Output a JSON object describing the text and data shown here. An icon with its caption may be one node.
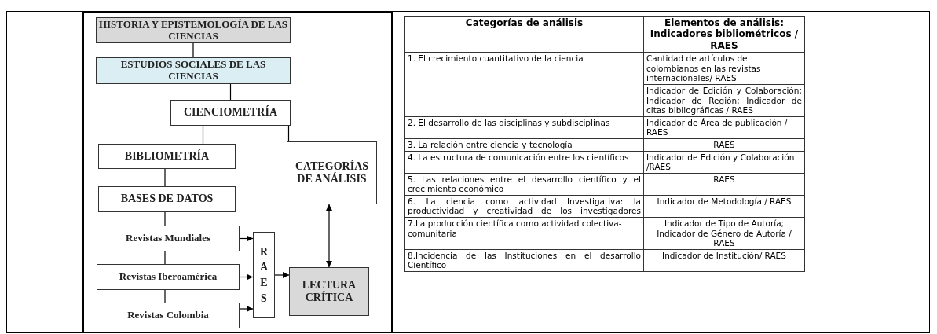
{
  "diagram": {
    "nodes": [
      {
        "text": [
          "HISTORIA Y EPISTEMOLOGÍA DE LAS CIENCIAS"
        ]
      },
      {
        "text": [
          "ESTUDIOS SOCIALES DE LAS CIENCIAS"
        ]
      },
      {
        "text": [
          "CIENCIOMETRÍA"
        ]
      },
      {
        "text": [
          "BIBLIOMETRÍA"
        ]
      },
      {
        "text": [
          "CATEGORÍAS DE ANÁLISIS"
        ]
      },
      {
        "text": [
          "BASES DE DATOS"
        ]
      },
      {
        "text": [
          "Revistas Mundiales"
        ]
      },
      {
        "text": [
          "R A E S"
        ]
      },
      {
        "text": [
          "LECTURA CRÍTICA"
        ]
      },
      {
        "text": [
          "Revistas Iberoamérica"
        ]
      },
      {
        "text": [
          "Revistas Colombia"
        ]
      }
    ],
    "edges": [
      {
        "from": 0,
        "to": 1,
        "arrow": "none"
      },
      {
        "from": 1,
        "to": 2,
        "arrow": "none"
      },
      {
        "from": 2,
        "to": 3,
        "arrow": "none"
      },
      {
        "from": 2,
        "to": 4,
        "arrow": "none"
      },
      {
        "from": 3,
        "to": 5,
        "arrow": "none"
      },
      {
        "from": 5,
        "to": 6,
        "arrow": "none"
      },
      {
        "from": 6,
        "to": 9,
        "arrow": "none"
      },
      {
        "from": 9,
        "to": 10,
        "arrow": "none"
      },
      {
        "from": 6,
        "to": 7,
        "arrow": "to"
      },
      {
        "from": 9,
        "to": 7,
        "arrow": "to"
      },
      {
        "from": 10,
        "to": 7,
        "arrow": "to"
      },
      {
        "from": 7,
        "to": 8,
        "arrow": "to"
      },
      {
        "from": 8,
        "to": 4,
        "arrow": "both"
      }
    ],
    "labels": [
      "Categorías de análisis",
      "Elementos de análisis: Indicadores bibliométricos / RAES",
      "1. El crecimiento cuantitativo de la ciencia",
      "Cantidad de artículos de colombianos en las revistas internacionales/ RAES",
      "Indicador de Edición y Colaboración; Indicador de Región; Indicador de citas bibliográficas / RAES",
      "2. El desarrollo de las disciplinas y subdisciplinas",
      "Indicador de Área de publicación / RAES",
      "3. La relación entre ciencia y tecnología",
      "RAES",
      "4. La estructura de comunicación entre los científicos",
      "Indicador de Edición y Colaboración /RAES",
      "5. Las relaciones entre el desarrollo científico y el crecimiento económico",
      "RAES",
      "6. La ciencia como actividad Investigativa: la productividad y creatividad de los investigadores",
      "Indicador de Metodología / RAES",
      "7.La producción científica como actividad colectiva-comunitaria",
      "Indicador de Tipo de Autoría; Indicador de Género de Autoría / RAES",
      "8.Incidencia de las Instituciones en el desarrollo Científico",
      "Indicador de Institución/ RAES"
    ]
  }
}
